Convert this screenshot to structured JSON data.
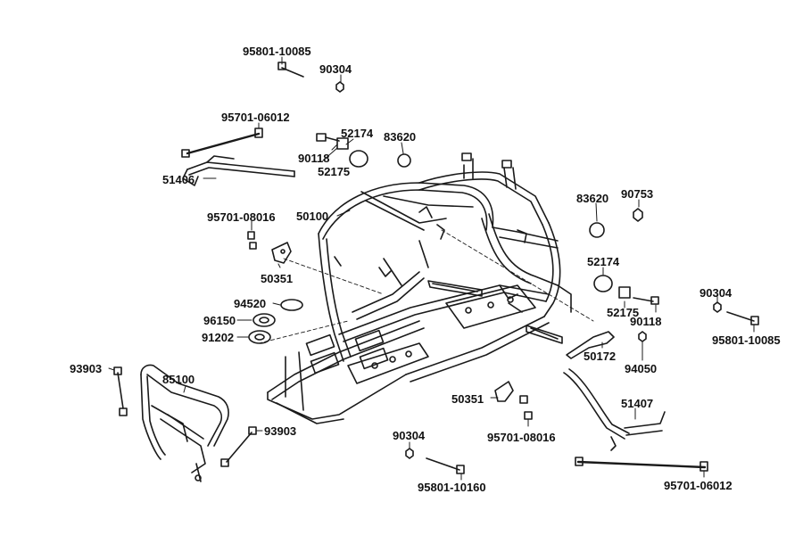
{
  "colors": {
    "ink": "#1a1a1a",
    "background": "#ffffff",
    "label": "#111111"
  },
  "parts": {
    "p95801_10085_top": "95801-10085",
    "p90304_top": "90304",
    "p95701_06012_top": "95701-06012",
    "p52174_top": "52174",
    "p83620_top": "83620",
    "p90118_top": "90118",
    "p52175_top": "52175",
    "p51406": "51406",
    "p50100": "50100",
    "p95701_08016_left": "95701-08016",
    "p50351_left": "50351",
    "p94520": "94520",
    "p96150": "96150",
    "p91202": "91202",
    "p93903_left": "93903",
    "p85100": "85100",
    "p93903_mid": "93903",
    "p83620_right": "83620",
    "p90753": "90753",
    "p52174_right": "52174",
    "p52175_right": "52175",
    "p90118_right": "90118",
    "p90304_right": "90304",
    "p95801_10085_right": "95801-10085",
    "p50172": "50172",
    "p94050": "94050",
    "p50351_bottom": "50351",
    "p95701_08016_bottom": "95701-08016",
    "p51407": "51407",
    "p90304_bottom": "90304",
    "p95801_10160": "95801-10160",
    "p95701_06012_bottom": "95701-06012"
  }
}
